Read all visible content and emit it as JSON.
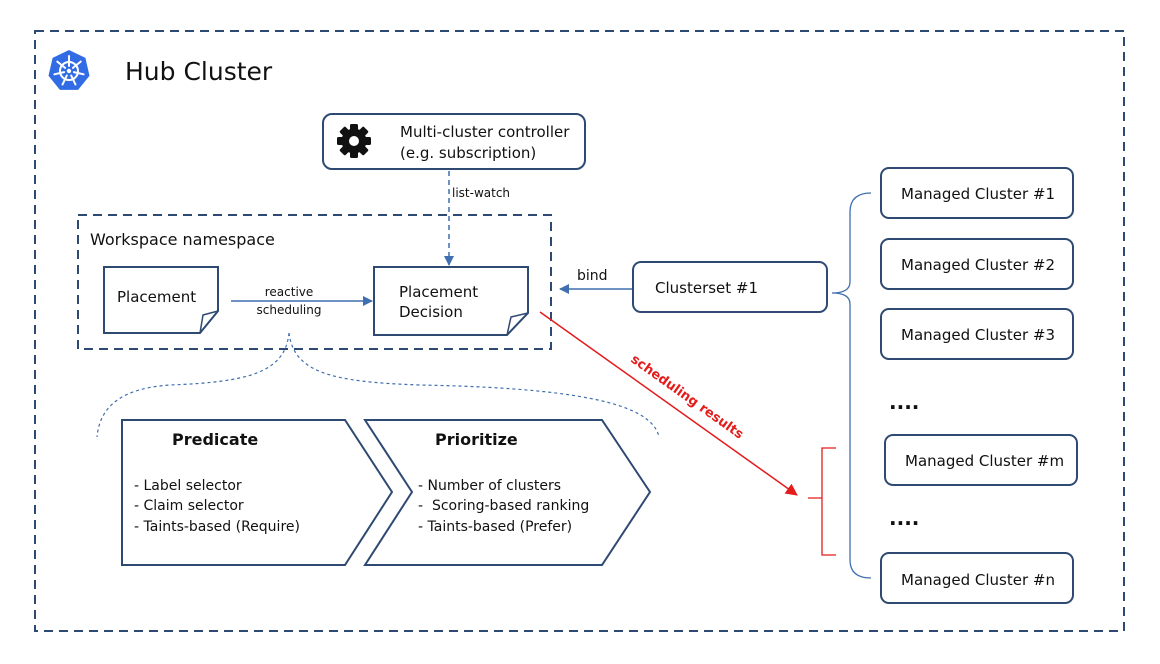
{
  "hub": {
    "title": "Hub Cluster",
    "logo": "kubernetes-helm-icon"
  },
  "controller": {
    "line1": "Multi-cluster controller",
    "line2": "(e.g. subscription)",
    "icon": "gear-icon"
  },
  "edges": {
    "list_watch": "list-watch",
    "reactive_1": "reactive",
    "reactive_2": "scheduling",
    "bind": "bind",
    "results": "scheduling results"
  },
  "workspace": {
    "title": "Workspace namespace"
  },
  "placement": {
    "label": "Placement"
  },
  "decision": {
    "line1": "Placement",
    "line2": "Decision"
  },
  "clusterset": {
    "label": "Clusterset #1"
  },
  "predicate": {
    "title": "Predicate",
    "items": [
      "- Label selector",
      "- Claim selector",
      "- Taints-based (Require)"
    ]
  },
  "prioritize": {
    "title": "Prioritize",
    "items": [
      "- Number of clusters",
      "-  Scoring-based ranking",
      "- Taints-based (Prefer)"
    ]
  },
  "managed": {
    "c1": "Managed Cluster #1",
    "c2": "Managed Cluster #2",
    "c3": "Managed Cluster #3",
    "dots1": "....",
    "cm": "Managed Cluster #m",
    "dots2": "....",
    "cn": "Managed Cluster #n"
  },
  "colors": {
    "navy": "#2e4a72",
    "arrow": "#3f6fae",
    "red": "#e41c1c",
    "k8s": "#326ce5"
  }
}
